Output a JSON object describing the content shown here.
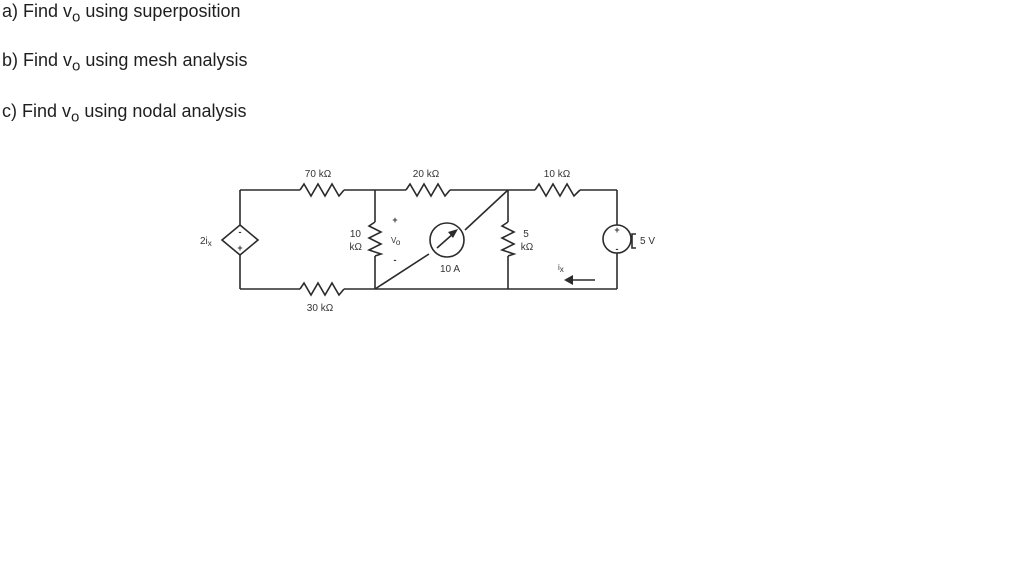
{
  "questions": [
    {
      "letter": "a)",
      "before": " Find v",
      "sub": "o",
      "after": " using superposition"
    },
    {
      "letter": "b)",
      "before": " Find v",
      "sub": "o",
      "after": " using mesh analysis"
    },
    {
      "letter": "c)",
      "before": " Find v",
      "sub": "o",
      "after": " using nodal analysis"
    }
  ],
  "circuit": {
    "r70": "70 kΩ",
    "r20": "20 kΩ",
    "r10_top": "10 kΩ",
    "r30": "30 kΩ",
    "r10_mid_num": "10",
    "r10_mid_unit": "kΩ",
    "r5_num": "5",
    "r5_unit": "kΩ",
    "dep_source_label": "2i",
    "dep_source_sub": "x",
    "vo_label": "V",
    "vo_sub": "o",
    "current_source_label": "10 A",
    "voltage_source_label": "5 V",
    "ix_label": "i",
    "ix_sub": "x",
    "plus": "+",
    "minus": "-"
  }
}
